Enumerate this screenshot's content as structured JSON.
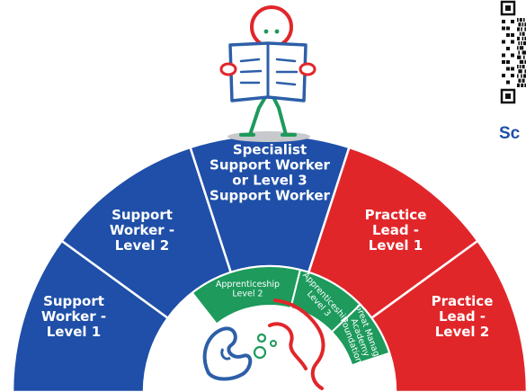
{
  "colors": {
    "blue": "#1f4fa8",
    "red": "#e1262a",
    "green": "#1d9a5c",
    "white": "#ffffff",
    "outline_blue": "#2d5fa8"
  },
  "icons": [
    "person-reading-icon",
    "qr-code-icon",
    "globe-icon"
  ],
  "arc_segments": [
    {
      "label_lines": [
        "Support",
        "Worker -",
        "Level 1"
      ],
      "color": "blue"
    },
    {
      "label_lines": [
        "Support",
        "Worker -",
        "Level 2"
      ],
      "color": "blue"
    },
    {
      "label_lines": [
        "Specialist",
        "Support Worker",
        "or Level 3",
        "Support Worker"
      ],
      "color": "blue"
    },
    {
      "label_lines": [
        "Practice",
        "Lead -",
        "Level 1"
      ],
      "color": "red"
    },
    {
      "label_lines": [
        "Practice",
        "Lead -",
        "Level 2"
      ],
      "color": "red"
    }
  ],
  "green_band": [
    {
      "label_lines": [
        "Apprenticeship",
        "Level 2"
      ]
    },
    {
      "label_lines": [
        "Apprenticeship",
        "Level 3"
      ]
    },
    {
      "label_lines": [
        "Great Manager",
        "Academy",
        "Foundation"
      ]
    }
  ],
  "qr": {
    "caption": "Sc"
  }
}
